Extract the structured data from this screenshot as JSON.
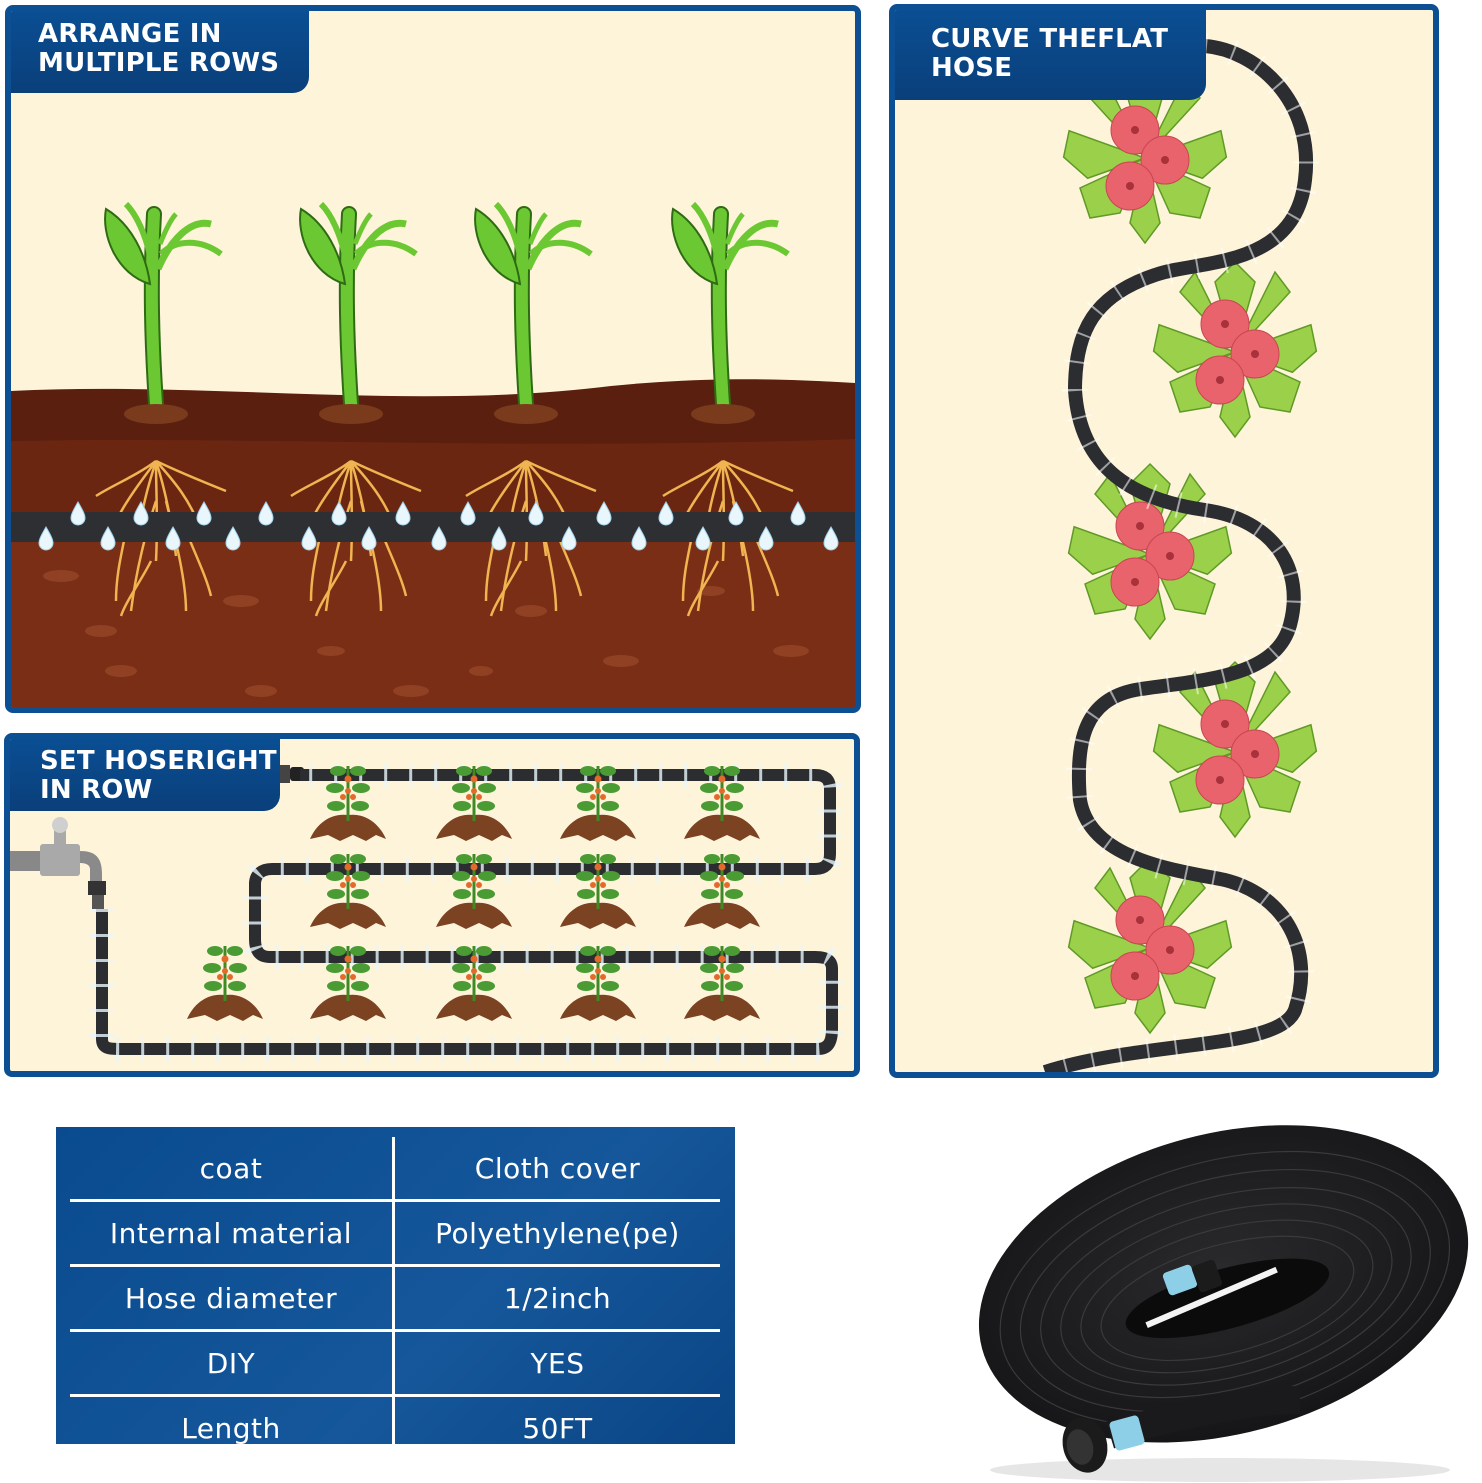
{
  "panels": {
    "multiple_rows": {
      "title_line1": "ARRANGE IN",
      "title_line2": "MULTIPLE ROWS",
      "plant_count": 4
    },
    "curve_hose": {
      "title_line1": "CURVE THEFLAT",
      "title_line2": "HOSE",
      "flower_count": 5
    },
    "set_hose_row": {
      "title_line1": "SET HOSERIGHT",
      "title_line2": "IN ROW",
      "plant_count": 13
    }
  },
  "colors": {
    "brand_blue": "#0d4f93",
    "panel_bg": "#fdf4da",
    "soil": "#6b2612",
    "hose": "#2b2d31",
    "accent_cyan": "#8ecfe8"
  },
  "specs": {
    "rows": [
      {
        "key": "coat",
        "value": "Cloth cover"
      },
      {
        "key": "Internal material",
        "value": "Polyethylene(pe)"
      },
      {
        "key": "Hose diameter",
        "value": "1/2inch"
      },
      {
        "key": "DIY",
        "value": "YES"
      },
      {
        "key": "Length",
        "value": "50FT"
      }
    ]
  },
  "product": {
    "name": "coiled-flat-soaker-hose"
  }
}
